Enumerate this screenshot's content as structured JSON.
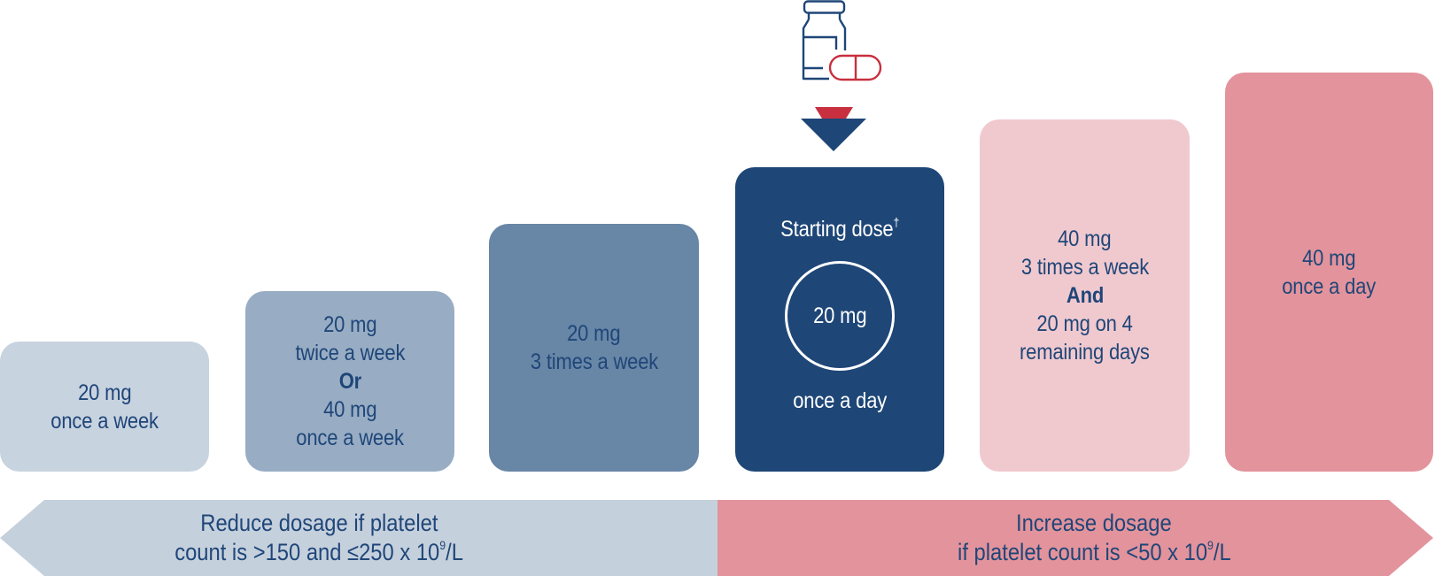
{
  "colors": {
    "text_navy": "#1f4678",
    "box1_bg": "#c8d3e0",
    "box2_bg": "#98adc4",
    "box3_bg": "#6886a6",
    "box4_bg": "#1e4677",
    "box5_bg": "#f0c9cf",
    "box6_bg": "#e3939c",
    "reduce_arrow_bg": "#c5d0dd",
    "increase_arrow_bg": "#e3939c",
    "icon_navy": "#1e4677",
    "icon_red": "#c8303f"
  },
  "icons": {
    "top_icon": "medicine-bottle-and-capsule-icon",
    "pointer": "down-pointer-triangle-icon"
  },
  "dose_steps": [
    {
      "lines": [
        "20 mg",
        "once a week"
      ]
    },
    {
      "lines": [
        "20 mg",
        "twice a week",
        "Or",
        "40 mg",
        "once a week"
      ],
      "bold_index": 2
    },
    {
      "lines": [
        "20 mg",
        "3 times a week"
      ]
    },
    {
      "label": "Starting dose",
      "label_sup": "†",
      "dose": "20 mg",
      "frequency": "once a day",
      "is_starting": true
    },
    {
      "lines": [
        "40 mg",
        "3 times a week",
        "And",
        "20 mg on 4",
        "remaining days"
      ],
      "bold_index": 2
    },
    {
      "lines": [
        "40 mg",
        "once a day"
      ]
    }
  ],
  "arrows": {
    "reduce": {
      "line1": "Reduce dosage if platelet",
      "line2_pre": "count is >150 and ≤250 x 10",
      "line2_sup": "9",
      "line2_post": "/L"
    },
    "increase": {
      "line1": "Increase dosage",
      "line2_pre": "if platelet count is <50 x 10",
      "line2_sup": "9",
      "line2_post": "/L"
    }
  }
}
